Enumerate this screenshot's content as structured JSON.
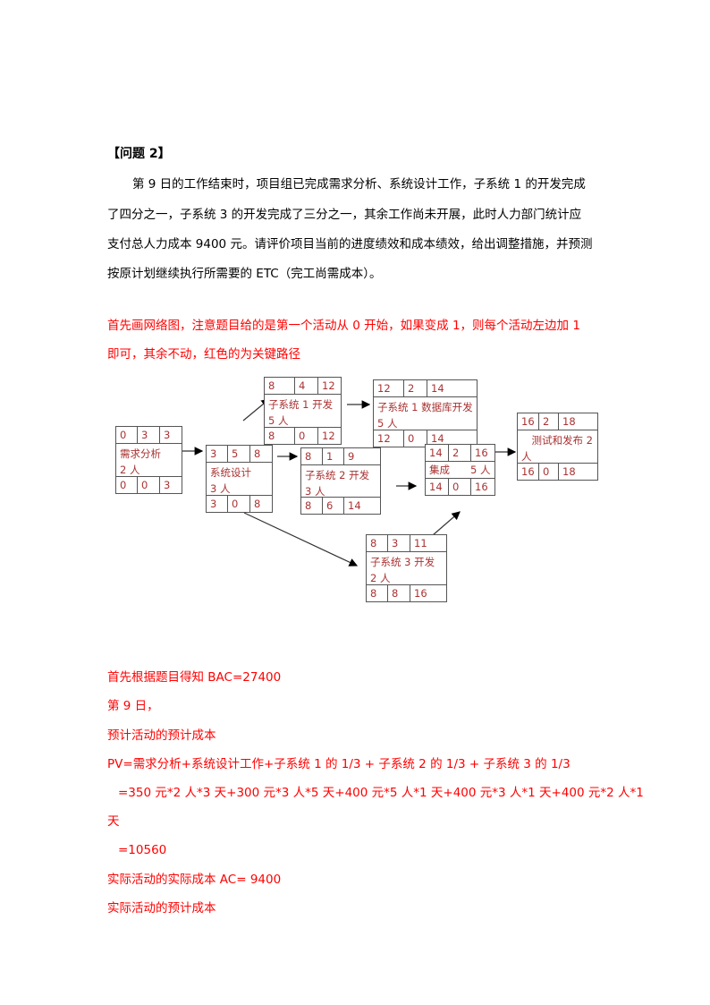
{
  "question": {
    "title": "【问题 2】",
    "paragraph_lines": [
      "第 9 日的工作结束时，项目组已完成需求分析、系统设计工作，子系统 1 的开发完成",
      "了四分之一，子系统 3 的开发完成了三分之一，其余工作尚未开展，此时人力部门统计应",
      "支付总人力成本 9400 元。请评价项目当前的进度绩效和成本绩效，给出调整措施，并预测",
      "按原计划继续执行所需要的 ETC（完工尚需成本）。"
    ]
  },
  "note": {
    "lines": [
      "首先画网络图，注意题目给的是第一个活动从 0 开始，如果变成 1，则每个活动左边加 1",
      "即可，其余不动，红色的为关键路径"
    ]
  },
  "network": {
    "nodes": [
      {
        "id": "n1",
        "top": [
          "0",
          "3",
          "3"
        ],
        "label": "需求分析",
        "people": "2 人",
        "bottom": [
          "0",
          "0",
          "3"
        ]
      },
      {
        "id": "n2",
        "top": [
          "3",
          "5",
          "8"
        ],
        "label": "系统设计",
        "people": "3 人",
        "bottom": [
          "3",
          "0",
          "8"
        ]
      },
      {
        "id": "n3",
        "top": [
          "8",
          "4",
          "12"
        ],
        "label": "子系统 1 开发",
        "people": "5 人",
        "bottom": [
          "8",
          "0",
          "12"
        ]
      },
      {
        "id": "n4",
        "top": [
          "8",
          "1",
          "9"
        ],
        "label": "子系统 2 开发",
        "people": "3 人",
        "bottom": [
          "8",
          "6",
          "14"
        ]
      },
      {
        "id": "n5",
        "top": [
          "12",
          "2",
          "14"
        ],
        "label": "子系统 1 数据库开发 5 人",
        "people": "",
        "bottom": [
          "12",
          "0",
          "14"
        ]
      },
      {
        "id": "n6",
        "top": [
          "14",
          "2",
          "16"
        ],
        "label": "集成　　5 人",
        "people": "",
        "bottom": [
          "14",
          "0",
          "16"
        ]
      },
      {
        "id": "n7",
        "top": [
          "16",
          "2",
          "18"
        ],
        "label": "　测试和发布 2 人",
        "people": "",
        "bottom": [
          "16",
          "0",
          "18"
        ]
      },
      {
        "id": "n8",
        "top": [
          "8",
          "3",
          "11"
        ],
        "label": "子系统 3 开发",
        "people": "2 人",
        "bottom": [
          "8",
          "8",
          "16"
        ]
      }
    ]
  },
  "solution": {
    "lines": [
      "首先根据题目得知 BAC=27400",
      "第 9 日，",
      "预计活动的预计成本",
      "PV=需求分析+系统设计工作+子系统 1 的 1/3 + 子系统 2 的 1/3 + 子系统 3 的 1/3",
      "=350 元*2 人*3 天+300 元*3 人*5 天+400 元*5 人*1 天+400 元*3 人*1 天+400 元*2 人*1",
      "天",
      "=10560",
      "实际活动的实际成本 AC= 9400",
      "实际活动的预计成本"
    ]
  },
  "colors": {
    "body_text": "#000000",
    "answer_text": "#ff0000",
    "node_text": "#aa3333",
    "node_border": "#555555"
  }
}
